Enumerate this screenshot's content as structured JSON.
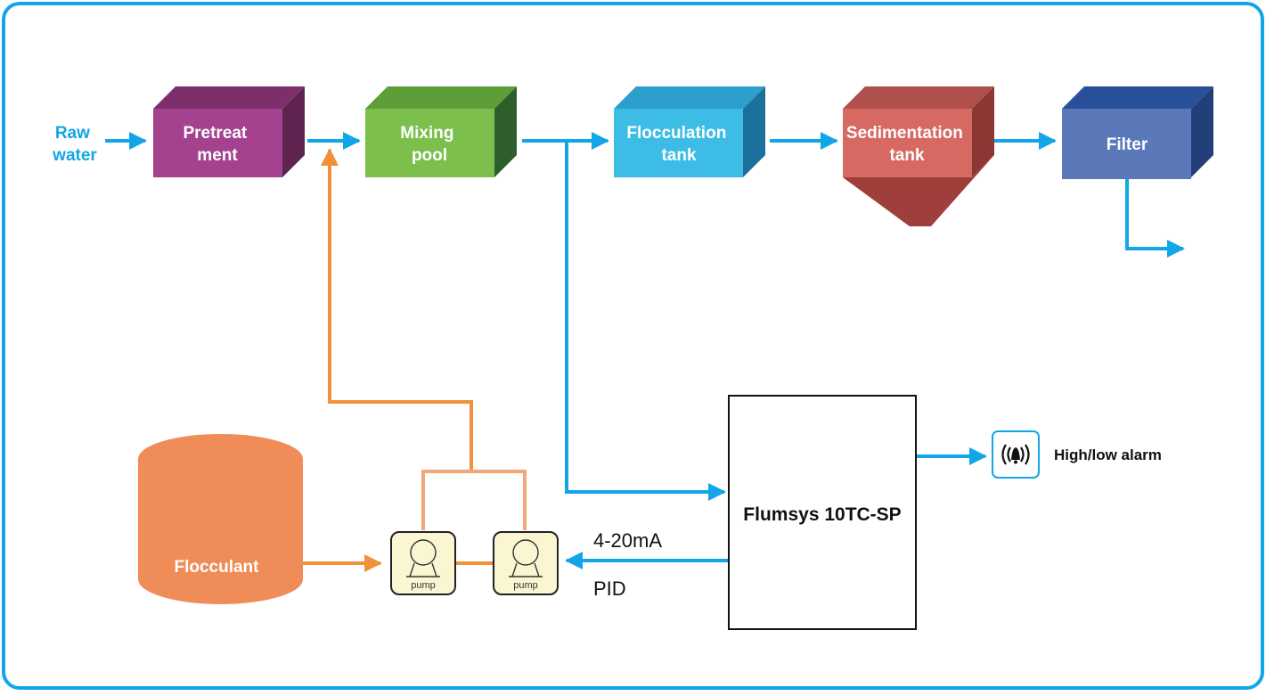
{
  "diagram": {
    "inlet": {
      "line1": "Raw",
      "line2": "water"
    },
    "stages": [
      {
        "line1": "Pretreat",
        "line2": "ment"
      },
      {
        "line1": "Mixing",
        "line2": "pool"
      },
      {
        "line1": "Flocculation",
        "line2": "tank"
      },
      {
        "line1": "Sedimentation",
        "line2": "tank"
      },
      {
        "line1": "Filter",
        "line2": ""
      }
    ],
    "flocculant": "Flocculant",
    "pumps": [
      "pump",
      "pump"
    ],
    "controller": "Flumsys 10TC-SP",
    "signal": {
      "current": "4-20mA",
      "mode": "PID"
    },
    "alarm": {
      "label": "High/low alarm",
      "icon": "alarm-bell-icon"
    }
  },
  "colors": {
    "frame": "#12a6e8",
    "flow": "#12a6e8",
    "dosing": "#f0923a",
    "pretreatment": "#a5428f",
    "mixing": "#7cbf4c",
    "flocculation": "#3dbde6",
    "sedimentation": "#d66a63",
    "filter": "#5b78b9",
    "flocculant_tank": "#f08c57",
    "pump_body": "#fbf6d2"
  }
}
